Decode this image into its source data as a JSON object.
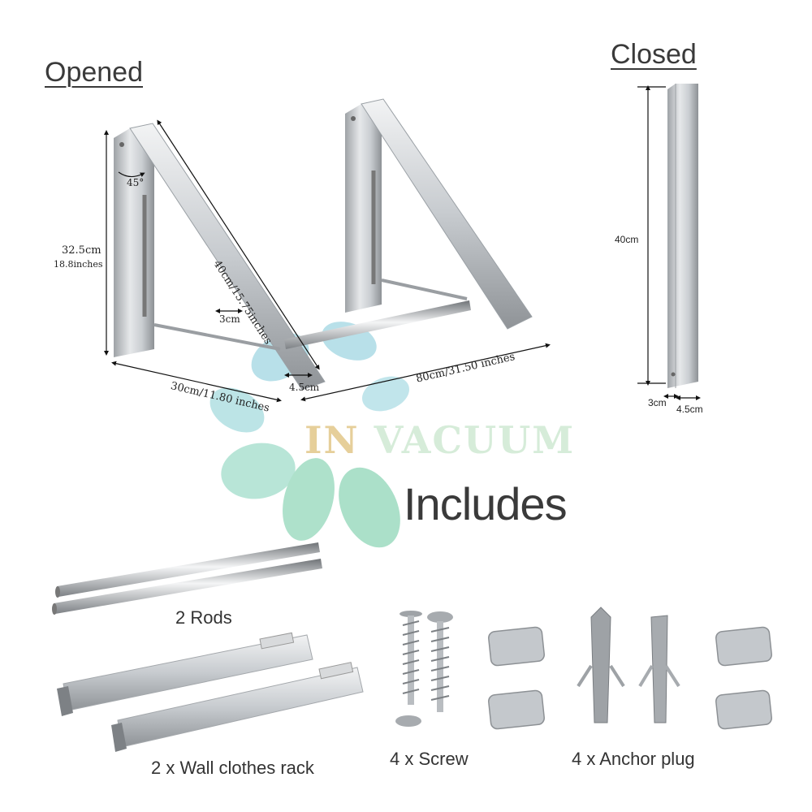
{
  "headings": {
    "opened": "Opened",
    "closed": "Closed",
    "includes": "Includes"
  },
  "dimensions": {
    "height": "32.5cm",
    "height_in": "18.8inches",
    "angle": "45°",
    "arm_length": "40cm/15.75inches",
    "arm_width": "3cm",
    "arm_depth": "4.5cm",
    "depth": "30cm/11.80 inches",
    "span": "80cm/31.50 inches",
    "closed_length": "40cm",
    "closed_width": "3cm",
    "closed_depth": "4.5cm"
  },
  "watermark": {
    "in": "IN",
    "vacuum": "VACUUM"
  },
  "items": {
    "rods": "2 Rods",
    "racks": "2 x Wall clothes rack",
    "screws": "4 x Screw",
    "anchors": "4 x Anchor plug"
  }
}
